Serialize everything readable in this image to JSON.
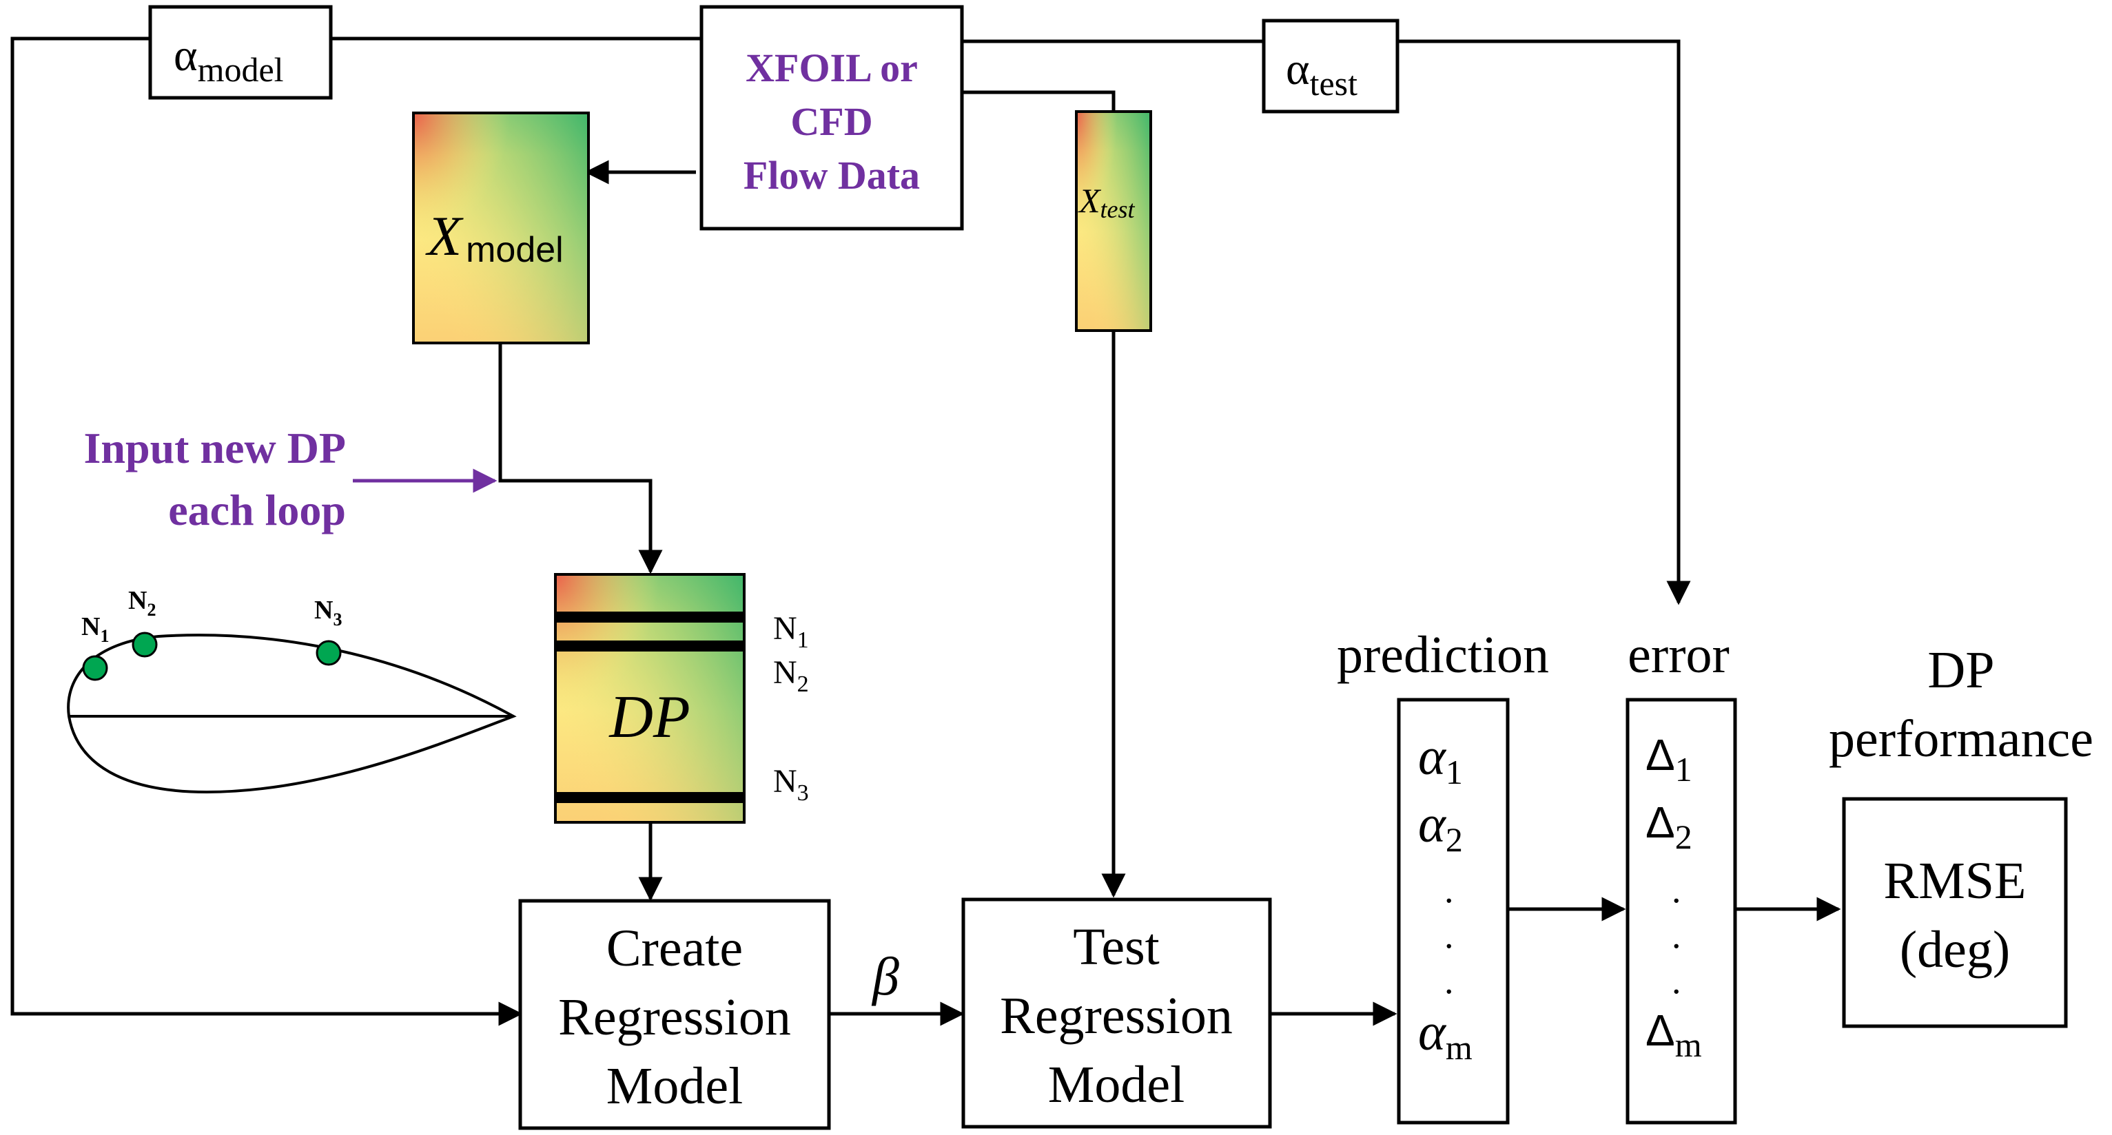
{
  "colors": {
    "line": "#000000",
    "accent_purple": "#7030a0",
    "node_green": "#00a651",
    "heatmap_red": "#f36c4f",
    "heatmap_yellow": "#fde579",
    "heatmap_green": "#4dbb70"
  },
  "alpha_model": {
    "symbol": "α",
    "sub": "model"
  },
  "alpha_test": {
    "symbol": "α",
    "sub": "test"
  },
  "data_source": {
    "line1": "XFOIL or",
    "line2": "CFD",
    "line3": "Flow Data"
  },
  "x_model": {
    "symbol": "X",
    "sub": "model"
  },
  "x_test": {
    "symbol": "X",
    "sub": "test"
  },
  "input_note": {
    "line1": "Input new DP",
    "line2": "each loop"
  },
  "airfoil": {
    "nodes": [
      {
        "label": "N",
        "sub": "1"
      },
      {
        "label": "N",
        "sub": "2"
      },
      {
        "label": "N",
        "sub": "3"
      }
    ]
  },
  "dp_matrix": {
    "label": "DP",
    "row_labels": [
      {
        "label": "N",
        "sub": "1"
      },
      {
        "label": "N",
        "sub": "2"
      },
      {
        "label": "N",
        "sub": "3"
      }
    ]
  },
  "create_model": {
    "line1": "Create",
    "line2": "Regression",
    "line3": "Model"
  },
  "beta": "β",
  "test_model": {
    "line1": "Test",
    "line2": "Regression",
    "line3": "Model"
  },
  "prediction": {
    "title": "prediction",
    "items": [
      {
        "sym": "α",
        "sub": "1"
      },
      {
        "sym": "α",
        "sub": "2"
      },
      {
        "sym": "α",
        "sub": "m"
      }
    ],
    "ellipsis": "."
  },
  "error": {
    "title": "error",
    "items": [
      {
        "sym": "Δ",
        "sub": "1"
      },
      {
        "sym": "Δ",
        "sub": "2"
      },
      {
        "sym": "Δ",
        "sub": "m"
      }
    ],
    "ellipsis": "."
  },
  "dp_performance": {
    "title_line1": "DP",
    "title_line2": "performance",
    "metric_line1": "RMSE",
    "metric_line2": "(deg)"
  }
}
